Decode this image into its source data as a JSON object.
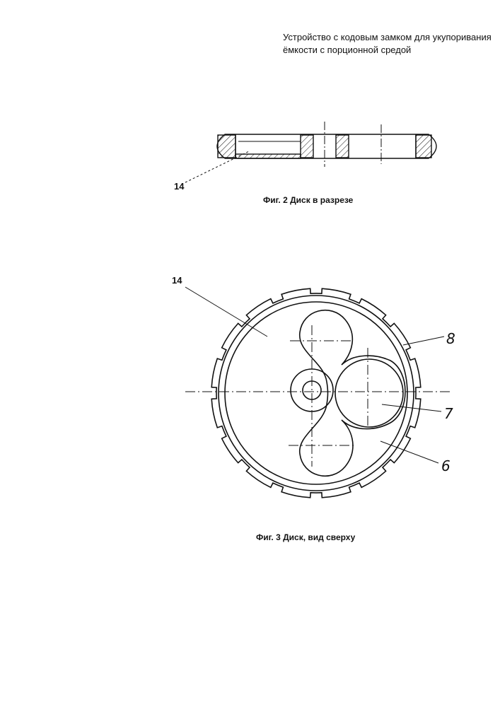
{
  "title": {
    "line1": "Устройство с кодовым замком для укупоривания",
    "line2": "ёмкости с порционной средой"
  },
  "figure2": {
    "caption": "Фиг.  2 Диск в разрезе",
    "label_14": "14"
  },
  "figure3": {
    "caption": "Фиг. 3 Диск, вид сверху",
    "label_14": "14",
    "label_8": "8",
    "label_7": "7",
    "label_6": "6"
  },
  "colors": {
    "ink": "#111111",
    "background": "#ffffff"
  }
}
